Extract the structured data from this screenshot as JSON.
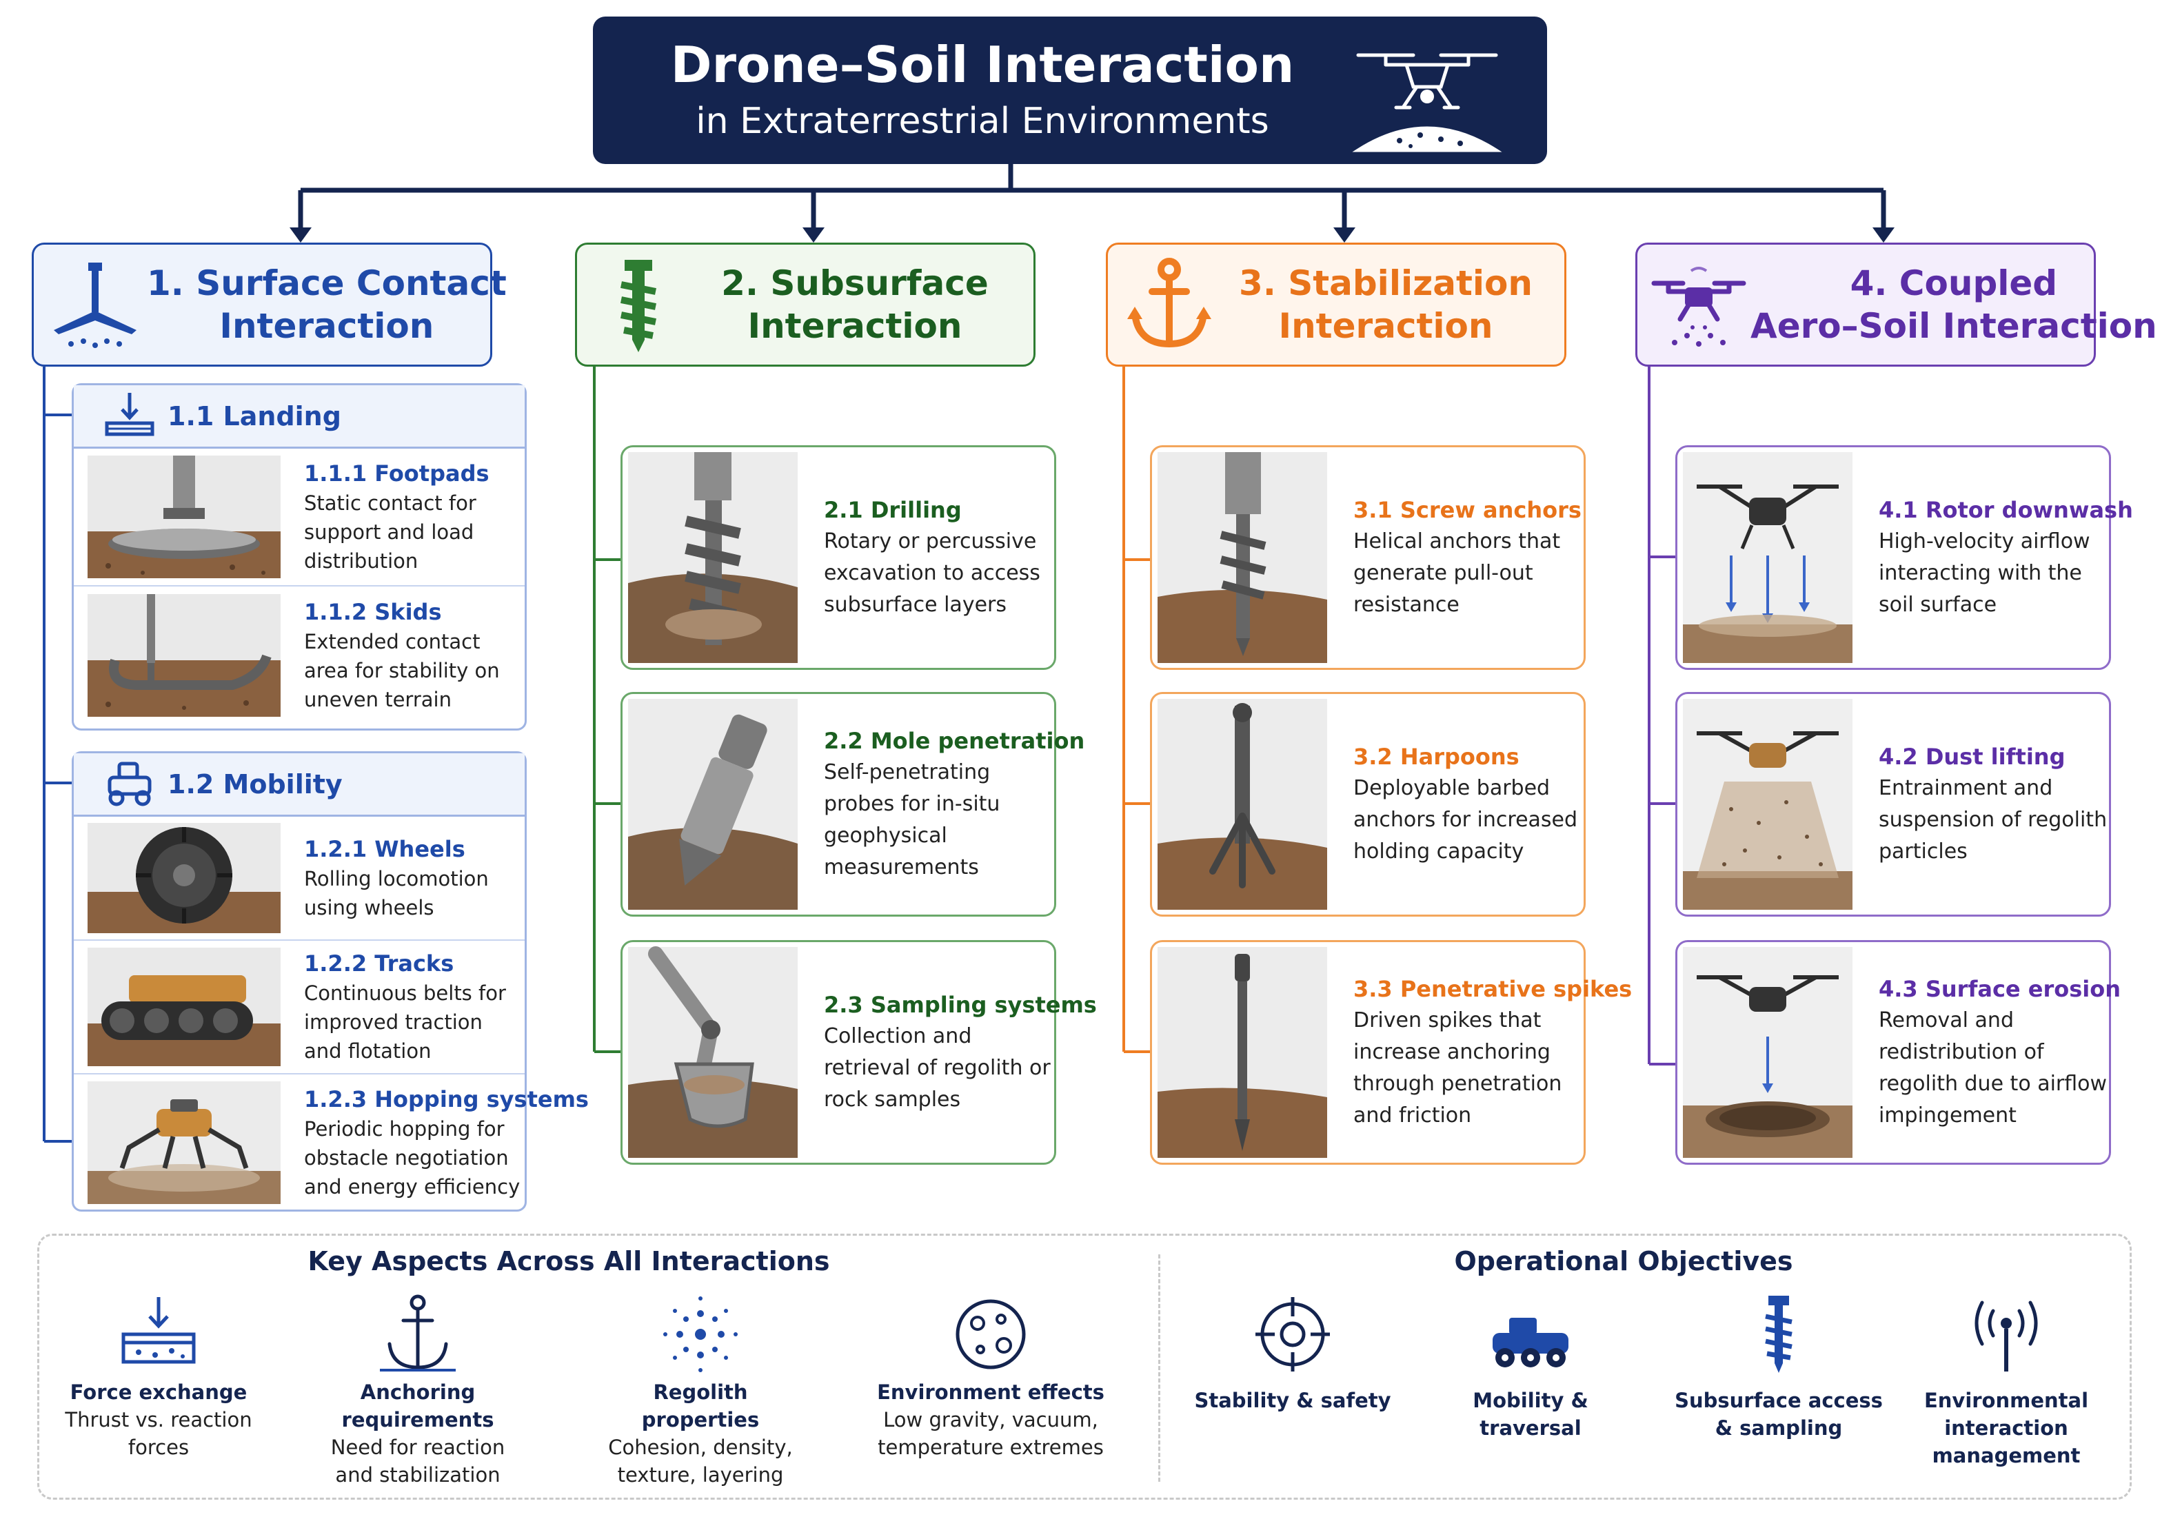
{
  "title": {
    "line1": "Drone–Soil Interaction",
    "line2": "in Extraterrestrial Environments"
  },
  "colors": {
    "navy": "#14244f",
    "blue": "#1f4aa8",
    "green": "#2e7d32",
    "orange": "#ef7d22",
    "purple": "#6a3fb0"
  },
  "columns": [
    {
      "line1": "1. Surface Contact",
      "line2": "Interaction",
      "icon": "footpad-icon"
    },
    {
      "line1": "2. Subsurface",
      "line2": "Interaction",
      "icon": "drill-icon"
    },
    {
      "line1": "3. Stabilization",
      "line2": "Interaction",
      "icon": "anchor-icon"
    },
    {
      "line1": "4. Coupled",
      "line2": "Aero–Soil Interaction",
      "icon": "drone-icon"
    }
  ],
  "surface": {
    "landing": {
      "title": "1.1 Landing",
      "icon": "landing-icon",
      "items": [
        {
          "title": "1.1.1 Footpads",
          "desc": "Static contact for support and load distribution",
          "image": "footpad-image"
        },
        {
          "title": "1.1.2 Skids",
          "desc": "Extended contact area for stability on uneven terrain",
          "image": "skid-image"
        }
      ]
    },
    "mobility": {
      "title": "1.2 Mobility",
      "icon": "rover-icon",
      "items": [
        {
          "title": "1.2.1 Wheels",
          "desc": "Rolling locomotion using wheels",
          "image": "wheel-image"
        },
        {
          "title": "1.2.2 Tracks",
          "desc": "Continuous belts for improved traction and flotation",
          "image": "track-image"
        },
        {
          "title": "1.2.3 Hopping systems",
          "desc": "Periodic hopping for obstacle negotiation and energy efficiency",
          "image": "hopper-image"
        }
      ]
    }
  },
  "subsurface": [
    {
      "title": "2.1 Drilling",
      "desc": "Rotary or percussive excavation to access subsurface layers",
      "image": "drill-image"
    },
    {
      "title": "2.2 Mole penetration",
      "desc": "Self-penetrating probes for in-situ geophysical measurements",
      "image": "mole-image"
    },
    {
      "title": "2.3 Sampling systems",
      "desc": "Collection and retrieval of regolith or rock samples",
      "image": "scoop-image"
    }
  ],
  "stabilization": [
    {
      "title": "3.1 Screw anchors",
      "desc": "Helical anchors that generate pull-out resistance",
      "image": "screw-anchor-image"
    },
    {
      "title": "3.2 Harpoons",
      "desc": "Deployable barbed anchors for increased holding capacity",
      "image": "harpoon-image"
    },
    {
      "title": "3.3 Penetrative spikes",
      "desc": "Driven spikes that increase anchoring through penetration and friction",
      "image": "spike-image"
    }
  ],
  "coupled": [
    {
      "title": "4.1 Rotor downwash",
      "desc": "High-velocity airflow interacting with the soil surface",
      "image": "downwash-image"
    },
    {
      "title": "4.2 Dust lifting",
      "desc": "Entrainment and suspension of regolith particles",
      "image": "dust-image"
    },
    {
      "title": "4.3 Surface erosion",
      "desc": "Removal and redistribution of regolith due to airflow impingement",
      "image": "erosion-image"
    }
  ],
  "key_aspects": {
    "title": "Key Aspects Across All Interactions",
    "items": [
      {
        "label": "Force exchange",
        "desc": "Thrust vs. reaction forces",
        "icon": "force-icon"
      },
      {
        "label": "Anchoring requirements",
        "desc": "Need for reaction and stabilization",
        "icon": "anchor-outline-icon"
      },
      {
        "label": "Regolith properties",
        "desc": "Cohesion, density, texture, layering",
        "icon": "particles-icon"
      },
      {
        "label": "Environment effects",
        "desc": "Low gravity, vacuum, temperature extremes",
        "icon": "planet-icon"
      }
    ]
  },
  "objectives": {
    "title": "Operational Objectives",
    "items": [
      {
        "label": "Stability & safety",
        "icon": "crosshair-icon"
      },
      {
        "label": "Mobility & traversal",
        "icon": "rover-outline-icon"
      },
      {
        "label": "Subsurface access & sampling",
        "icon": "drill-outline-icon"
      },
      {
        "label": "Environmental interaction management",
        "icon": "antenna-icon"
      }
    ]
  }
}
